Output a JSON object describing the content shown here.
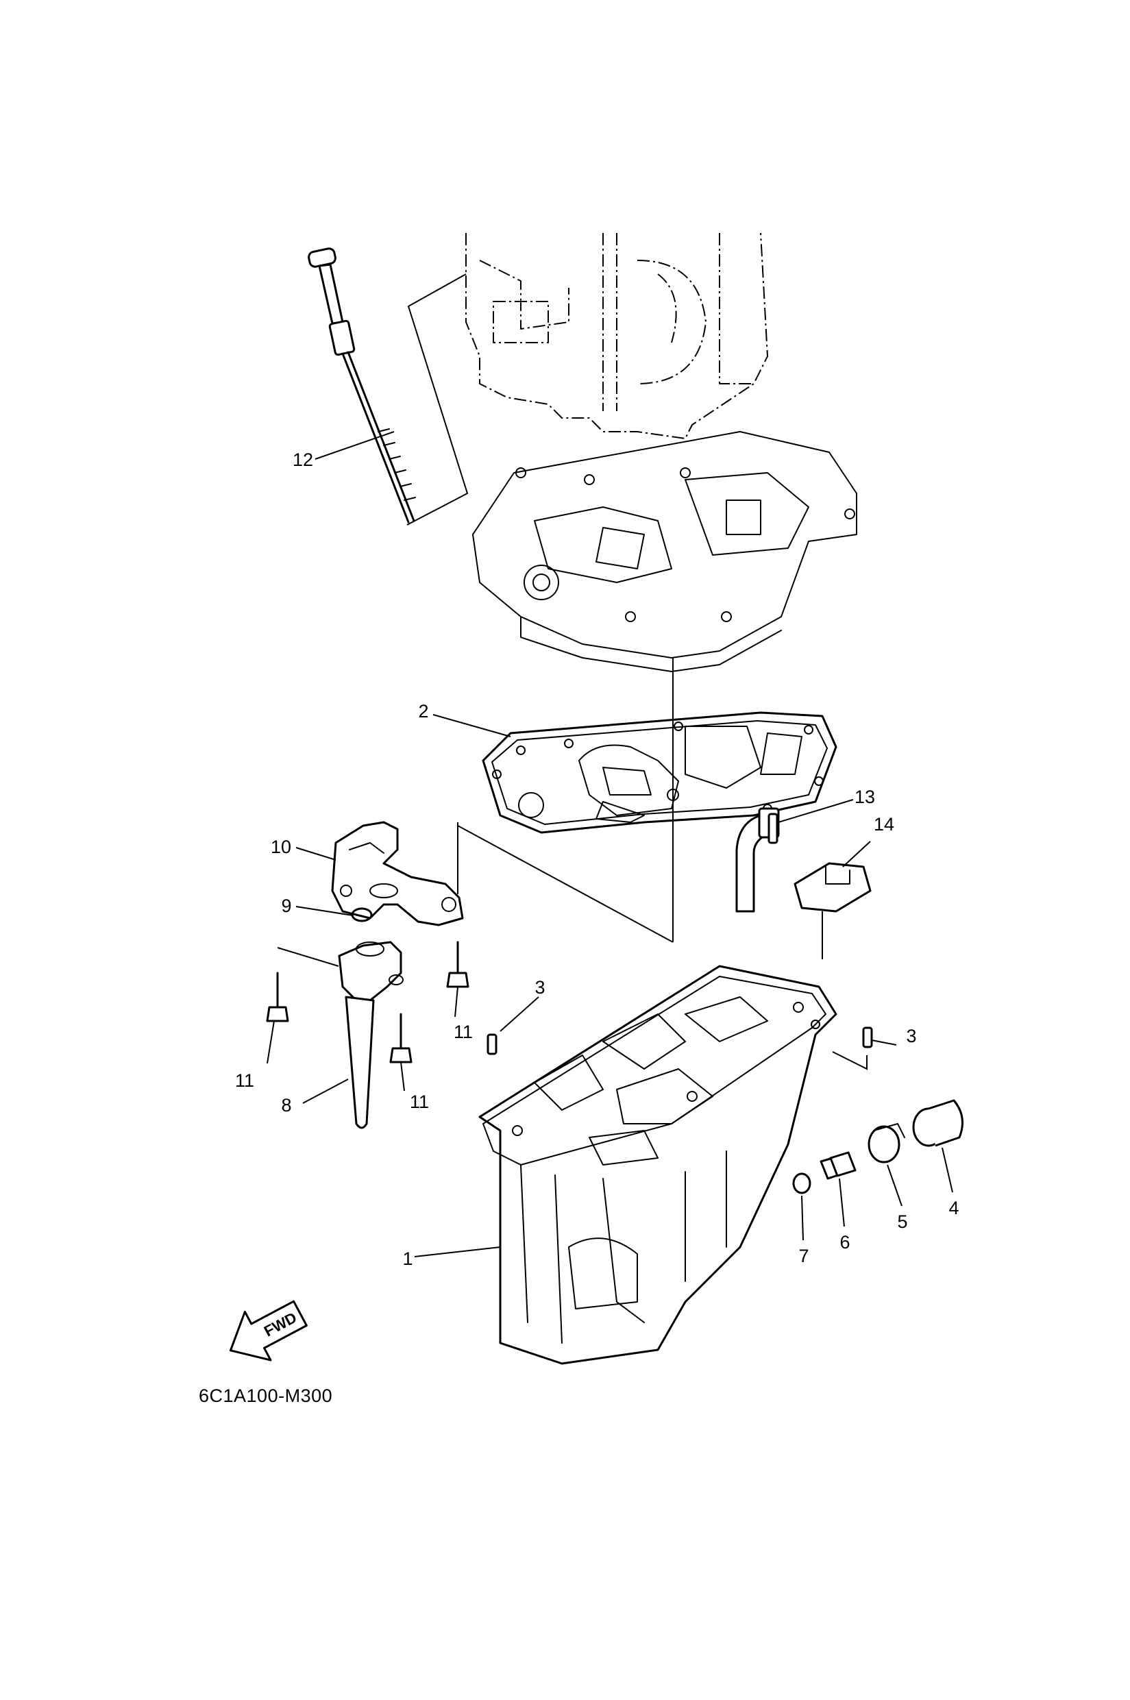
{
  "callouts": [
    {
      "id": "c1",
      "text": "1"
    },
    {
      "id": "c2",
      "text": "2"
    },
    {
      "id": "c3a",
      "text": "3"
    },
    {
      "id": "c3b",
      "text": "3"
    },
    {
      "id": "c4",
      "text": "4"
    },
    {
      "id": "c5",
      "text": "5"
    },
    {
      "id": "c6",
      "text": "6"
    },
    {
      "id": "c7",
      "text": "7"
    },
    {
      "id": "c8",
      "text": "8"
    },
    {
      "id": "c9",
      "text": "9"
    },
    {
      "id": "c10",
      "text": "10"
    },
    {
      "id": "c11a",
      "text": "11"
    },
    {
      "id": "c11b",
      "text": "11"
    },
    {
      "id": "c11c",
      "text": "11"
    },
    {
      "id": "c12",
      "text": "12"
    },
    {
      "id": "c13",
      "text": "13"
    },
    {
      "id": "c14",
      "text": "14"
    }
  ],
  "fwd_label": "FWD",
  "diagram_code": "6C1A100-M300"
}
